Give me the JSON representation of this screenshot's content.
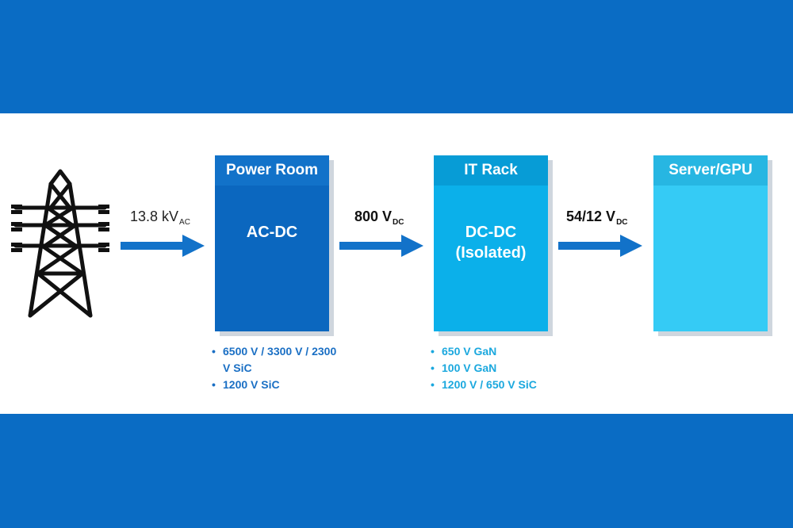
{
  "diagram": {
    "source_voltage": {
      "value": "13.8 kV",
      "sub": "AC"
    },
    "link_voltage_1": {
      "value": "800 V",
      "sub": "DC"
    },
    "link_voltage_2": {
      "value": "54/12 V",
      "sub": "DC"
    },
    "blocks": [
      {
        "header": "Power Room",
        "body": [
          "AC-DC"
        ],
        "bullets": [
          "6500 V / 3300 V / 2300 V SiC",
          "1200 V SiC"
        ],
        "color": "#0b67bf"
      },
      {
        "header": "IT Rack",
        "body": [
          "DC-DC",
          "(Isolated)"
        ],
        "bullets": [
          "650 V GaN",
          "100 V GaN",
          "1200 V / 650 V SiC"
        ],
        "color": "#0bb0ea"
      },
      {
        "header": "Server/GPU",
        "body": [],
        "bullets": [],
        "color": "#35cbf5"
      }
    ],
    "icons": {
      "source": "transmission-tower-icon",
      "arrow": "right-arrow-icon"
    },
    "colors": {
      "band": "#0a6cc4",
      "arrow": "#1272c9"
    }
  }
}
